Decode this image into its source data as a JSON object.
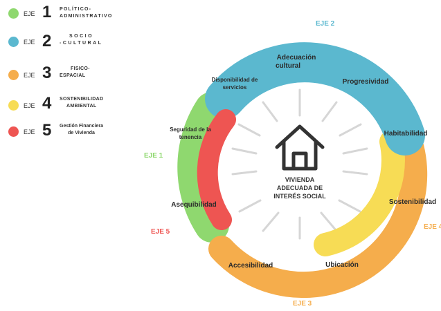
{
  "legend": {
    "items": [
      {
        "eje": "EJE",
        "num": "1",
        "line1": "POLÍTICO-",
        "line2": "ADMINISTRATIVO",
        "color": "#8fd86f"
      },
      {
        "eje": "EJE",
        "num": "2",
        "line1": "SOCIO",
        "line2": "-CULTURAL",
        "color": "#5bb8cf"
      },
      {
        "eje": "EJE",
        "num": "3",
        "line1": "FISICO-",
        "line2": "ESPACIAL",
        "color": "#f5ad4c"
      },
      {
        "eje": "EJE",
        "num": "4",
        "line1": "SOSTENIBILIDAD",
        "line2": "AMBIENTAL",
        "color": "#f7dc55"
      },
      {
        "eje": "EJE",
        "num": "5",
        "line1": "Gestión Financiera",
        "line2": "de Vivienda",
        "color": "#ee5552"
      }
    ]
  },
  "diagram": {
    "center_line1": "VIVIENDA",
    "center_line2": "ADECUADA DE",
    "center_line3": "INTERÉS SOCIAL",
    "axis_labels": {
      "eje1": "EJE 1",
      "eje2": "EJE 2",
      "eje3": "EJE 3",
      "eje4": "EJE 4",
      "eje5": "EJE 5"
    },
    "segments": {
      "disponibilidad_1": "Disponibilidad de",
      "disponibilidad_2": "servicios",
      "adecuacion_1": "Adecuación",
      "adecuacion_2": "cultural",
      "progresividad": "Progresividad",
      "habitabilidad": "Habitabilidad",
      "seguridad_1": "Seguridad de la",
      "seguridad_2": "tenencia",
      "asequibilidad": "Asequibilidad",
      "sostenibilidad": "Sostenibilidad",
      "ubicacion": "Ubicación",
      "accesibilidad": "Accesibilidad"
    },
    "colors": {
      "green": "#8fd86f",
      "blue": "#5bb8cf",
      "orange": "#f5ad4c",
      "yellow": "#f7dc55",
      "red": "#ee5552",
      "spoke": "#d6d6d6",
      "house": "#333333"
    }
  }
}
